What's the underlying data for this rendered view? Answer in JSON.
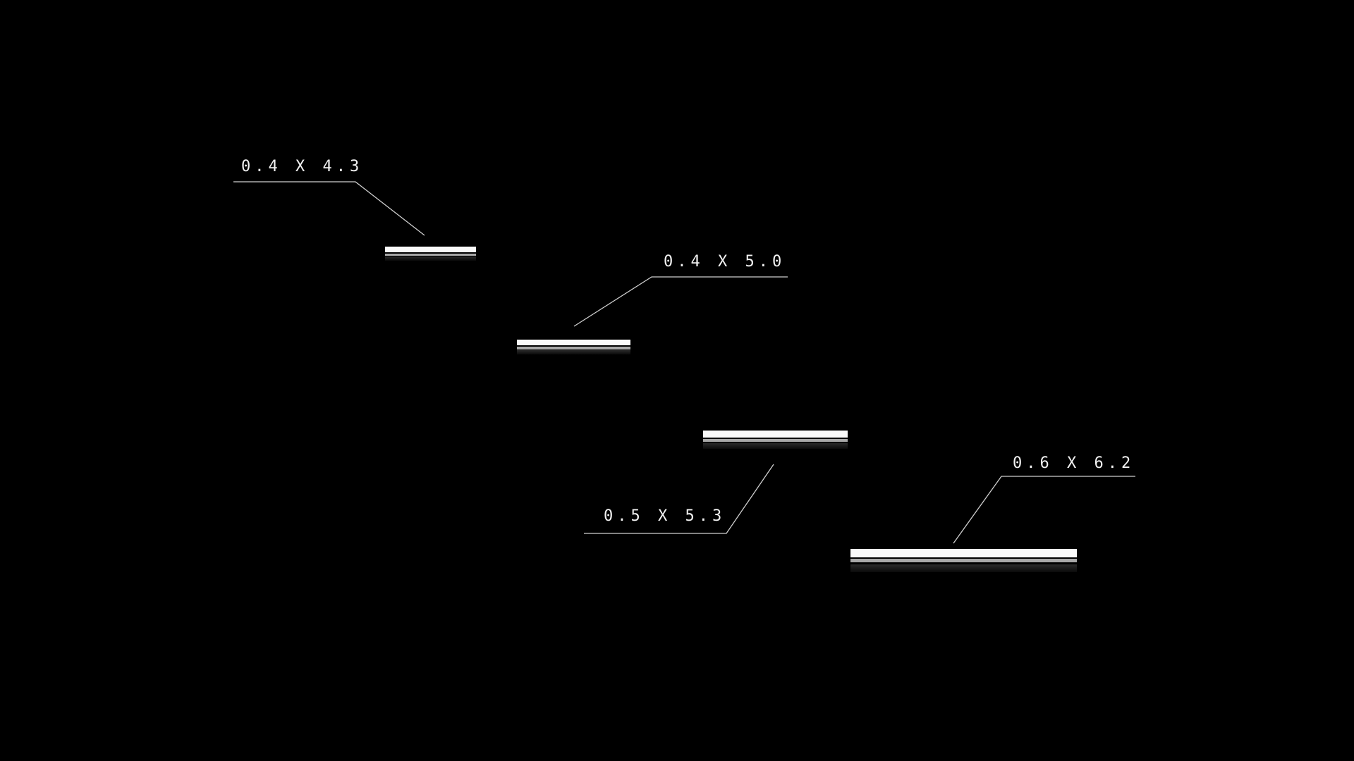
{
  "labels": [
    {
      "text": "0.4 X 4.3"
    },
    {
      "text": "0.4 X 5.0"
    },
    {
      "text": "0.5 X 5.3"
    },
    {
      "text": "0.6 X 6.2"
    }
  ],
  "colors": {
    "background": "#000000",
    "line": "#cfcfcf",
    "bar": "#fafafa"
  }
}
